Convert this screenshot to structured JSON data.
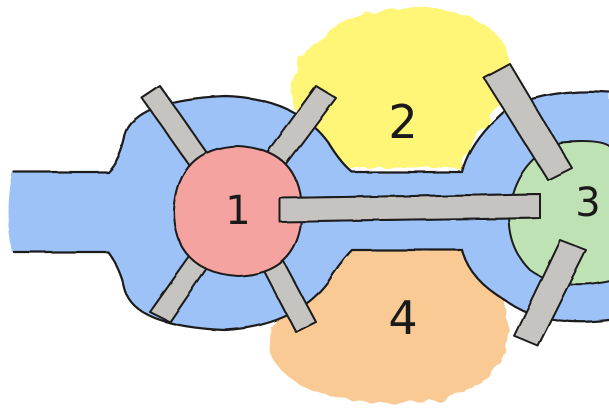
{
  "diagram": {
    "labels": {
      "node_1": "1",
      "node_2": "2",
      "node_3": "3",
      "node_4": "4"
    },
    "colors": {
      "stroke": "#1a1a1a",
      "water": "#9cc2f7",
      "node_1_fill": "#f4a3a0",
      "node_2_fill": "#fff66f",
      "node_3_fill": "#bfe2b4",
      "node_4_fill": "#fac88f",
      "bridge": "#c6c4c0",
      "background": "#ffffff"
    }
  }
}
